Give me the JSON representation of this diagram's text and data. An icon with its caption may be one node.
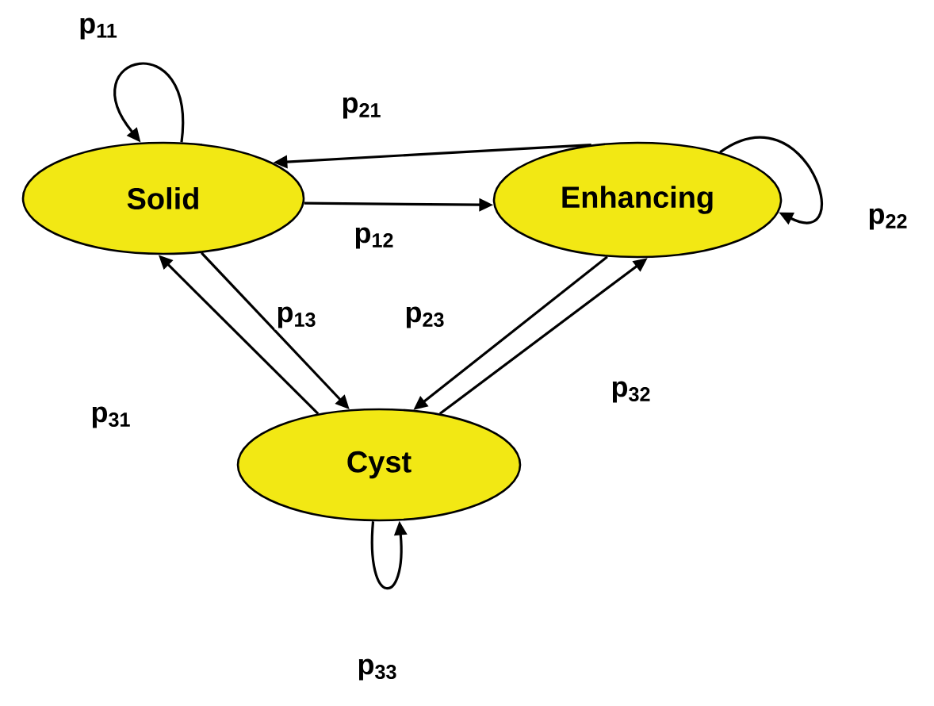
{
  "diagram": {
    "nodes": [
      {
        "text": [
          "Solid"
        ]
      },
      {
        "text": [
          "Enhancing"
        ]
      },
      {
        "text": [
          "Cyst"
        ]
      }
    ],
    "edges": [
      {
        "from": 0,
        "to": 0,
        "arrow": "to",
        "label": "p$_{11}$"
      },
      {
        "from": 1,
        "to": 0,
        "arrow": "to",
        "label": "p$_{21}$"
      },
      {
        "from": 1,
        "to": 1,
        "arrow": "to",
        "label": "p$_{22}$"
      },
      {
        "from": 0,
        "to": 1,
        "arrow": "to",
        "label": "p$_{12}$"
      },
      {
        "from": 0,
        "to": 2,
        "arrow": "to",
        "label": "p$_{13}$"
      },
      {
        "from": 1,
        "to": 2,
        "arrow": "to",
        "label": "p$_{23}$"
      },
      {
        "from": 2,
        "to": 0,
        "arrow": "to",
        "label": "p$_{31}$"
      },
      {
        "from": 2,
        "to": 1,
        "arrow": "to",
        "label": "p$_{32}$"
      },
      {
        "from": 2,
        "to": 2,
        "arrow": "to",
        "label": "p$_{33}$"
      }
    ]
  }
}
